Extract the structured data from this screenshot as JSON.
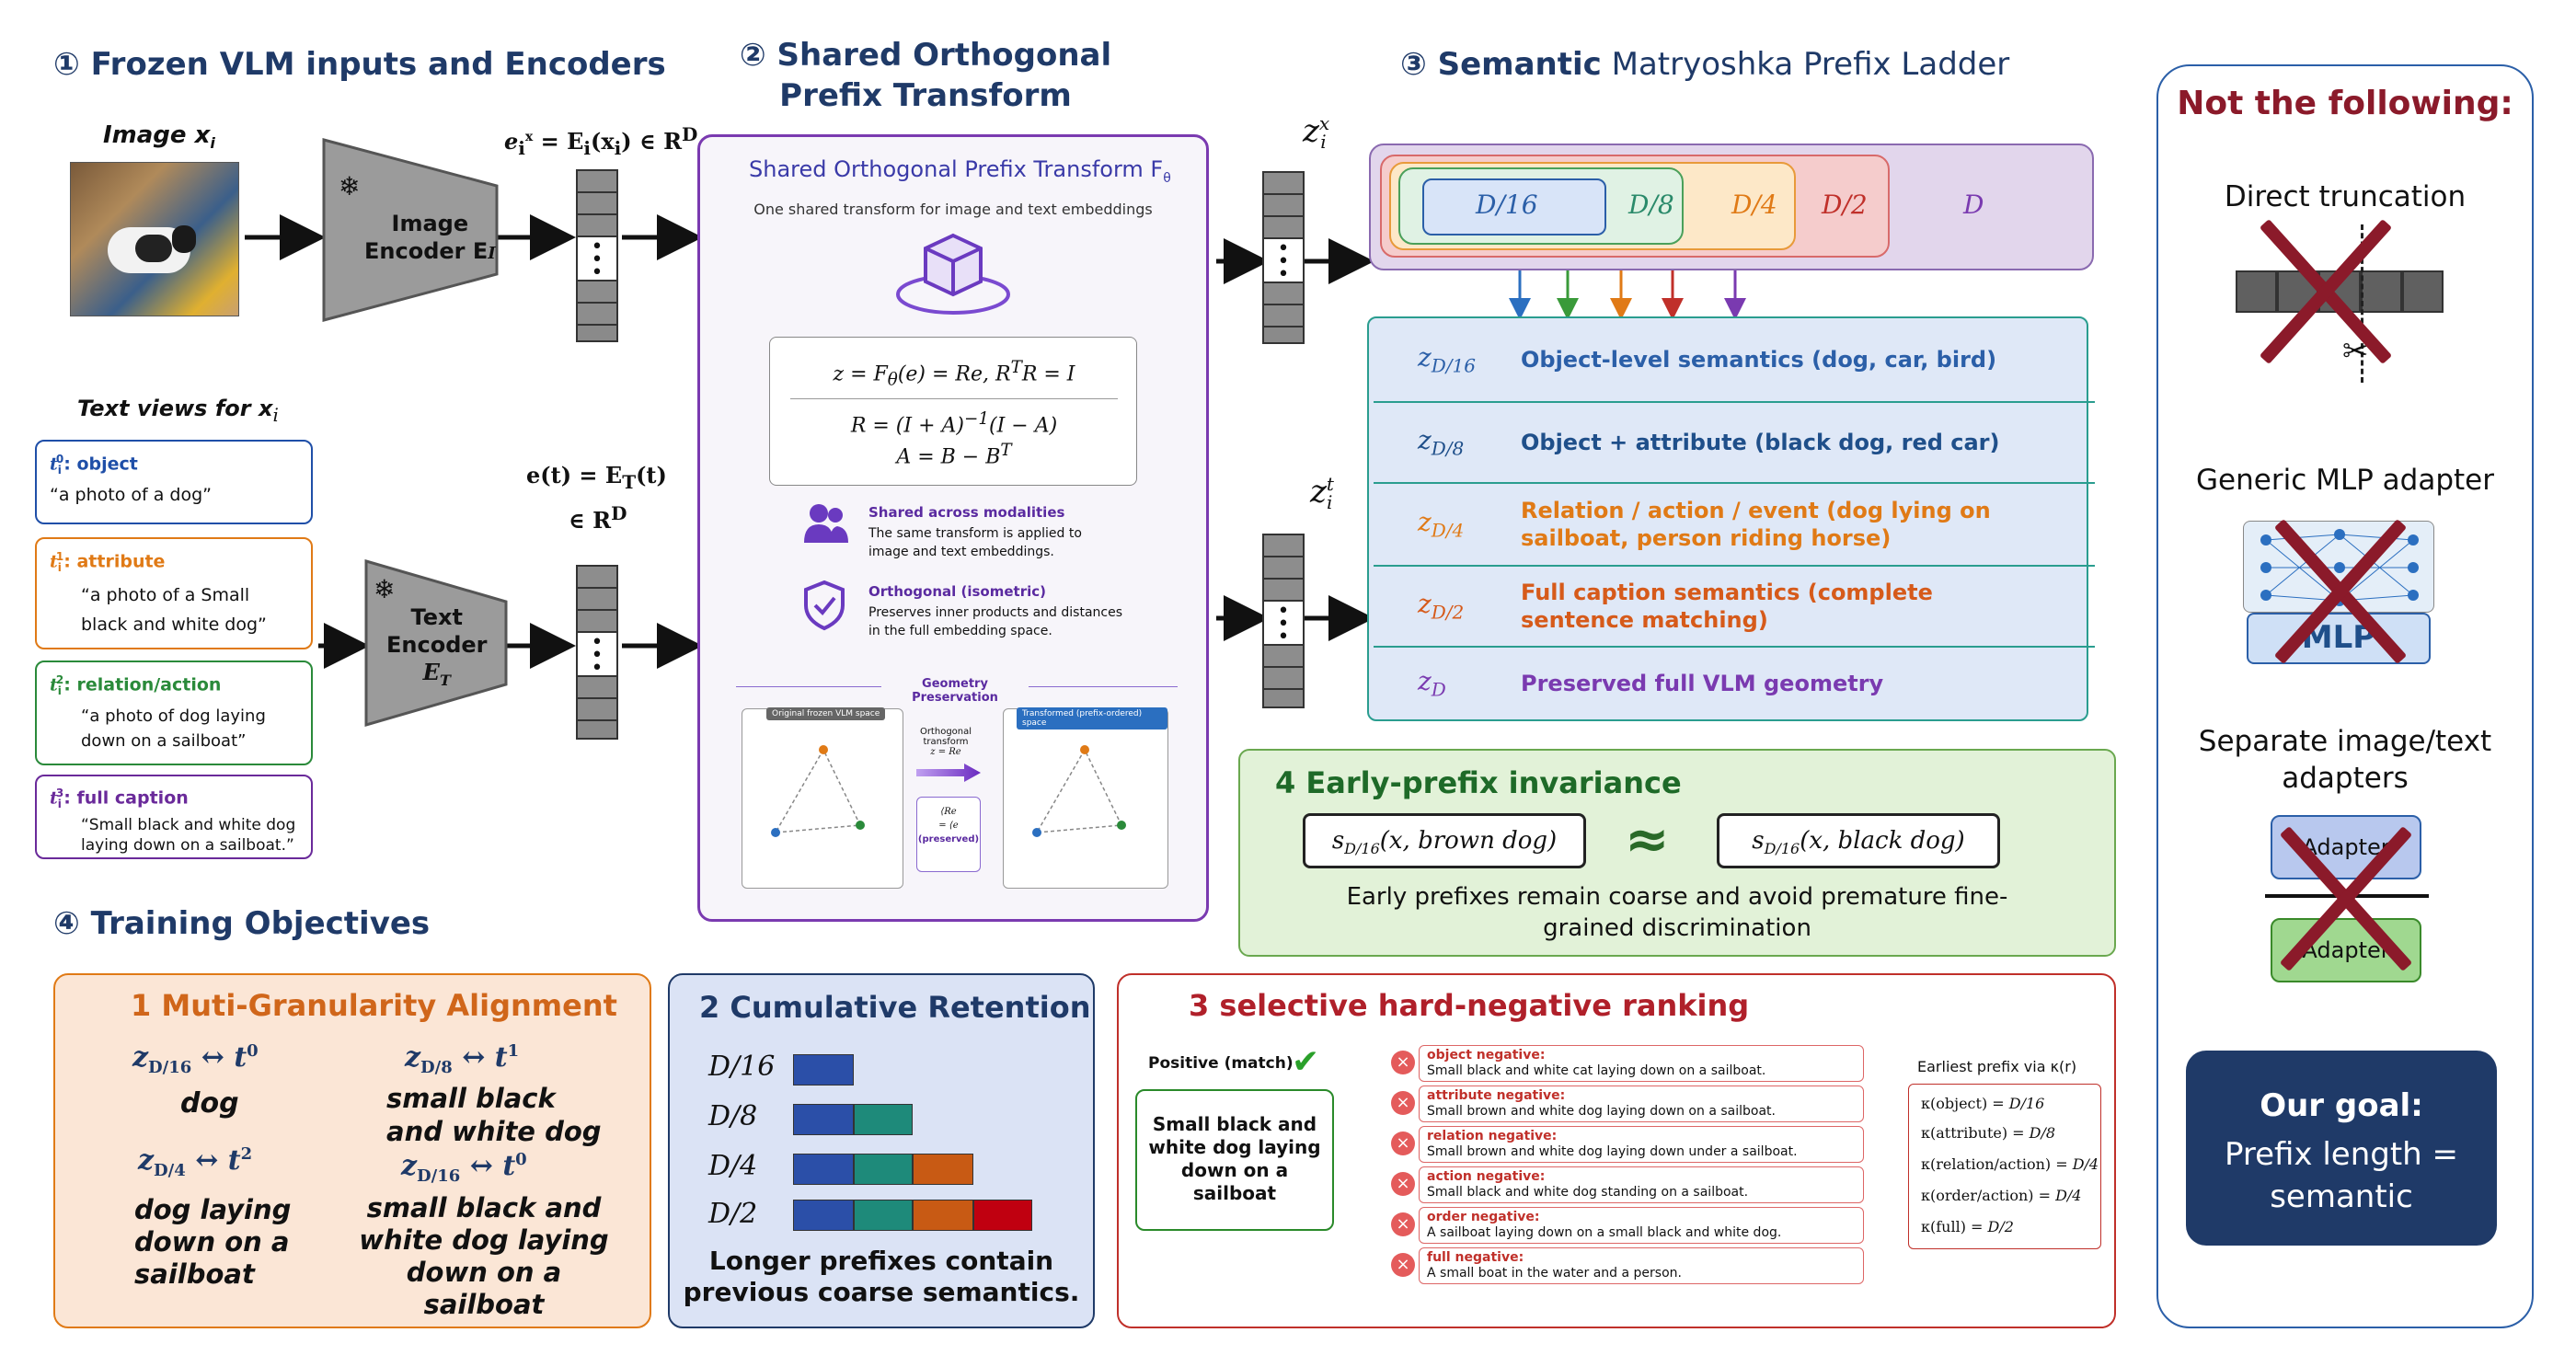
{
  "sections": {
    "s1": "① Frozen VLM inputs and Encoders",
    "s2": "② Shared Orthogonal\nPrefix Transform",
    "s3_bold": "③ Semantic",
    "s3_rest": " Matryoshka Prefix Ladder",
    "s4": "④ Training Objectives"
  },
  "encoders": {
    "image_label": "Image x",
    "image_sub": "i",
    "image_encoder": "Image\nEncoder E",
    "image_encoder_sub": "I",
    "image_embed": "e",
    "image_embed_eq": "= E",
    "image_embed_eq2": "(x",
    "image_embed_eq3": ") ∈ R",
    "image_embed_D": "D",
    "text_label": "Text views for x",
    "text_encoder": "Text\nEncoder",
    "text_encoder_E": "E",
    "text_encoder_sub": "T",
    "text_embed_line1": "e(t) = E",
    "text_embed_line1b": "(t)",
    "text_embed_line2": "∈ R",
    "text_embed_D": "D"
  },
  "text_views": [
    {
      "tag": "t",
      "sup": "0",
      "sub": "i",
      "name": ": object",
      "text": "“a photo of a dog”",
      "color": "#1f4fa8"
    },
    {
      "tag": "t",
      "sup": "1",
      "sub": "i",
      "name": ": attribute",
      "text": "“a photo of a Small\nblack and white dog”",
      "color": "#e07a16"
    },
    {
      "tag": "t",
      "sup": "2",
      "sub": "i",
      "name": ": relation/action",
      "text": "“a photo of dog laying\ndown on a sailboat”",
      "color": "#2a8a3a"
    },
    {
      "tag": "t",
      "sup": "3",
      "sub": "i",
      "name": ": full caption",
      "text": "“Small black and white dog\nlaying down on a sailboat.”",
      "color": "#6a2a9a"
    }
  ],
  "transform": {
    "title": "Shared Orthogonal Prefix Transform F",
    "title_sub": "θ",
    "subtitle": "One shared transform for image and text embeddings",
    "eq1": "z = F",
    "eq1b": "(e) = Re,   R",
    "eq1c": "R = I",
    "eq2": "R = (I + A)",
    "eq2b": "(I − A)",
    "eq3": "A = B − B",
    "shared_title": "Shared across modalities",
    "shared_text": "The same transform is applied to\nimage and text embeddings.",
    "orth_title": "Orthogonal (isometric)",
    "orth_text": "Preserves inner products and distances\nin the full embedding space.",
    "geo_title": "Geometry Preservation",
    "geo_left": "Original frozen VLM space",
    "geo_right": "Transformed (prefix-ordered) space",
    "geo_mid1": "Orthogonal transform",
    "geo_mid2": "z = Re",
    "geo_pres1": "⟨Re",
    "geo_pres2": "= ⟨e",
    "geo_pres3": "(preserved)"
  },
  "ladder": {
    "zx": "z",
    "zt": "z",
    "nest": [
      "D/16",
      "D/8",
      "D/4",
      "D/2",
      "D"
    ],
    "nest_colors": [
      "#2b5fa8",
      "#2a8a6a",
      "#e07a16",
      "#c0302a",
      "#7a3ab0"
    ],
    "rows": [
      {
        "k": "z",
        "ks": "D/16",
        "v": "Object-level semantics (dog, car, bird)",
        "color": "#2b5fa8"
      },
      {
        "k": "z",
        "ks": "D/8",
        "v": "Object + attribute (black dog, red car)",
        "color": "#1f4f8a"
      },
      {
        "k": "z",
        "ks": "D/4",
        "v": "Relation / action / event (dog lying on\nsailboat, person riding horse)",
        "color": "#e07a16"
      },
      {
        "k": "z",
        "ks": "D/2",
        "v": "Full caption semantics (complete\nsentence matching)",
        "color": "#d65a1a"
      },
      {
        "k": "z",
        "ks": "D",
        "v": "Preserved full VLM geometry",
        "color": "#7a3ab0"
      }
    ]
  },
  "invariance": {
    "title": "4 Early-prefix invariance",
    "s1": "s",
    "s1sub": "D/16",
    "s1arg": "(x, brown dog)",
    "approx": "≈",
    "s2": "s",
    "s2sub": "D/16",
    "s2arg": "(x, black dog)",
    "caption": "Early prefixes remain coarse and avoid premature fine-\ngrained discrimination"
  },
  "not_following": {
    "title": "Not the following:",
    "items": [
      "Direct truncation",
      "Generic MLP adapter",
      "Separate image/text\nadapters"
    ],
    "mlp": "MLP",
    "adapter": "Adapter",
    "goal_title": "Our goal:",
    "goal_text": "Prefix length =\nsemantic"
  },
  "objectives": {
    "o1_title": "1 Muti-Granularity Alignment",
    "o1_items": [
      {
        "lhs": "z",
        "lsub": "D/16",
        "rhs": "t",
        "rsup": "0",
        "text": "dog"
      },
      {
        "lhs": "z",
        "lsub": "D/8",
        "rhs": "t",
        "rsup": "1",
        "text": "small black\nand white dog"
      },
      {
        "lhs": "z",
        "lsub": "D/4",
        "rhs": "t",
        "rsup": "2",
        "text": "dog laying\ndown on a\nsailboat"
      },
      {
        "lhs": "z",
        "lsub": "D/16",
        "rhs": "t",
        "rsup": "0",
        "text": "small black and\nwhite dog laying\ndown on a sailboat"
      }
    ],
    "o2_title": "2 Cumulative Retention",
    "o2_labels": [
      "D/16",
      "D/8",
      "D/4",
      "D/2"
    ],
    "o2_caption": "Longer prefixes contain\nprevious coarse semantics.",
    "o3_title": "3 selective hard-negative ranking",
    "positive_label": "Positive (match)",
    "positive_text": "Small black and\nwhite dog laying\ndown on a\nsailboat",
    "negatives": [
      {
        "t": "object negative:",
        "d": "Small black and white cat laying down on a sailboat."
      },
      {
        "t": "attribute negative:",
        "d": "Small brown and white dog laying down on a sailboat."
      },
      {
        "t": "relation negative:",
        "d": "Small brown and white dog laying down under a sailboat."
      },
      {
        "t": "action negative:",
        "d": "Small black and white dog standing on a sailboat."
      },
      {
        "t": "order negative:",
        "d": "A sailboat laying down on a small black and white dog."
      },
      {
        "t": "full negative:",
        "d": "A small boat in the water and a person."
      }
    ],
    "kappa_title": "Earliest prefix via κ(r)",
    "kappa": [
      {
        "k": "κ(object) = ",
        "v": "D/16"
      },
      {
        "k": "κ(attribute) = ",
        "v": "D/8"
      },
      {
        "k": "κ(relation/action) = ",
        "v": "D/4"
      },
      {
        "k": "κ(order/action) = ",
        "v": "D/4"
      },
      {
        "k": "κ(full) = ",
        "v": "D/2"
      }
    ]
  }
}
